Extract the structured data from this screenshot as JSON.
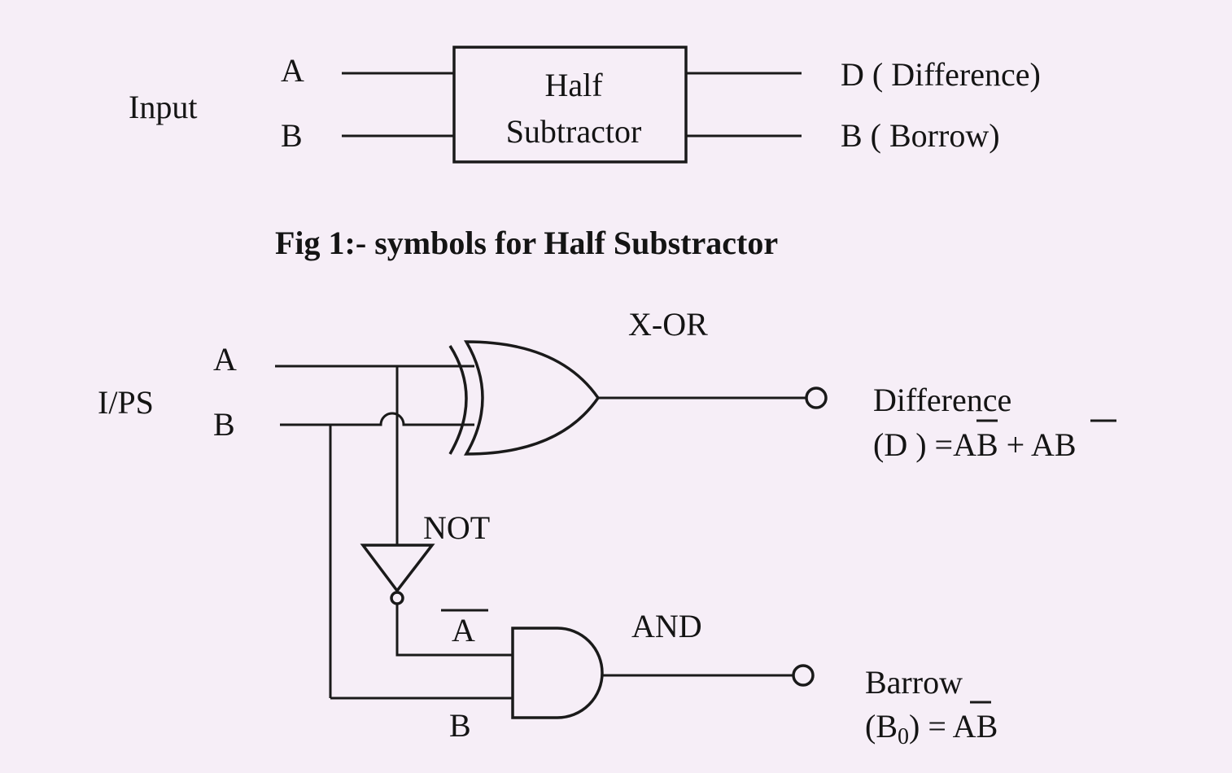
{
  "fig1": {
    "input_label": "Input",
    "in_a": "A",
    "in_b": "B",
    "block_line1": "Half",
    "block_line2": "Subtractor",
    "out_d": "D ( Difference)",
    "out_b": "B ( Borrow)",
    "caption": "Fig 1:- symbols for Half Substractor"
  },
  "fig2": {
    "ips_label": "I/PS",
    "in_a": "A",
    "in_b": "B",
    "xor_label": "X-OR",
    "not_label": "NOT",
    "and_label": "AND",
    "abar_label": "A",
    "b_bottom": "B",
    "diff_line1": "Difference",
    "diff_prefix": "(D ) =",
    "diff_t1a": "A",
    "diff_t1b": "B",
    "diff_plus": " + ",
    "diff_t2a": "A",
    "diff_t2b": "B",
    "borrow_line1": "Barrow",
    "borrow_prefix": "(B",
    "borrow_sub": "0",
    "borrow_mid": ") = ",
    "borrow_a": "A",
    "borrow_b": "B"
  }
}
